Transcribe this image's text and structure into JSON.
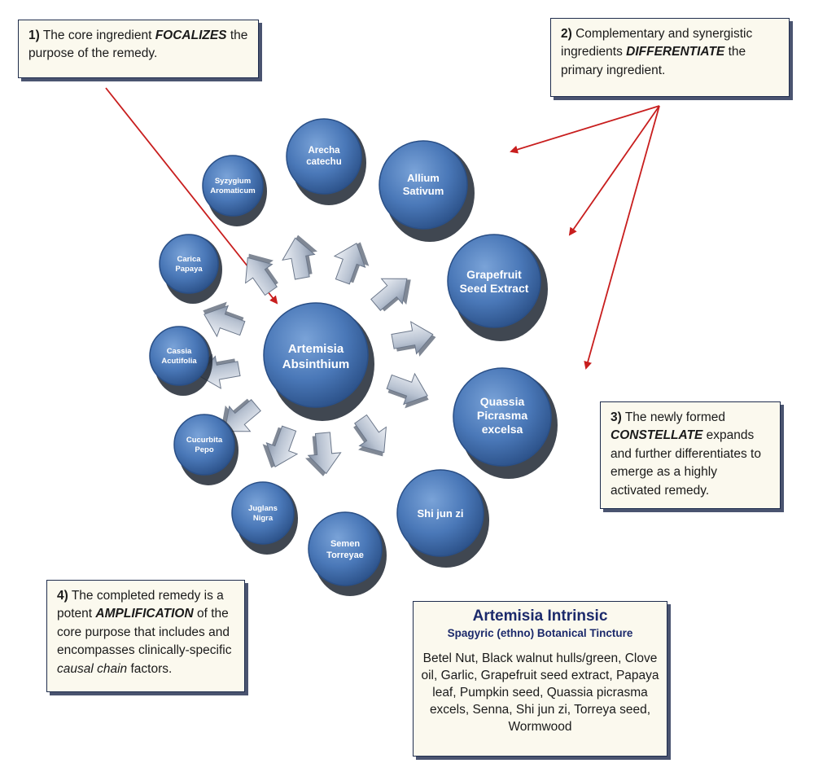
{
  "callouts": {
    "c1": {
      "num": "1)",
      "pre": " The core ingredient ",
      "key": "FOCALIZES",
      "post": " the purpose of the remedy."
    },
    "c2": {
      "num": "2)",
      "pre": " Complementary and synergistic ingredients ",
      "key": "DIFFERENTIATE",
      "post": "  the primary ingredient."
    },
    "c3": {
      "num": "3)",
      "pre": " The newly formed ",
      "key": "CONSTELLATE",
      "post": " expands and further differentiates to emerge as a highly activated remedy."
    },
    "c4": {
      "num": "4)",
      "pre": " The completed remedy is a potent ",
      "key": "AMPLIFICATION",
      "mid": " of the core purpose that includes and encompasses clinically-specific ",
      "ital": "causal chain",
      "post": " factors."
    }
  },
  "center": {
    "line1": "Artemisia",
    "line2": "Absinthium"
  },
  "nodes": [
    {
      "id": "arecha",
      "line1": "Arecha",
      "line2": "catechu"
    },
    {
      "id": "allium",
      "line1": "Allium",
      "line2": "Sativum"
    },
    {
      "id": "syzygium",
      "line1": "Syzygium",
      "line2": "Aromaticum"
    },
    {
      "id": "carica",
      "line1": "Carica",
      "line2": "Papaya"
    },
    {
      "id": "grapefruit",
      "line1": "Grapefruit",
      "line2": "Seed Extract"
    },
    {
      "id": "cassia",
      "line1": "Cassia",
      "line2": "Acutifolia"
    },
    {
      "id": "quassia",
      "line1": "Quassia",
      "line2": "Picrasma",
      "line3": "excelsa"
    },
    {
      "id": "cucurbita",
      "line1": "Cucurbita",
      "line2": "Pepo"
    },
    {
      "id": "juglans",
      "line1": "Juglans",
      "line2": "Nigra"
    },
    {
      "id": "semen",
      "line1": "Semen",
      "line2": "Torreyae"
    },
    {
      "id": "shijunzi",
      "line1": "Shi jun zi"
    }
  ],
  "formula": {
    "title": "Artemisia Intrinsic",
    "subtitle": "Spagyric (ethno) Botanical Tincture",
    "body": "Betel Nut, Black walnut hulls/green, Clove oil, Garlic, Grapefruit seed extract, Papaya leaf, Pumpkin seed, Quassia picrasma excels, Senna, Shi jun zi, Torreya seed, Wormwood"
  },
  "colors": {
    "node": "#4a78b8",
    "node_dark": "#2a4f86",
    "arrow": "#c4ccd8",
    "pointer": "#c81e1e"
  }
}
